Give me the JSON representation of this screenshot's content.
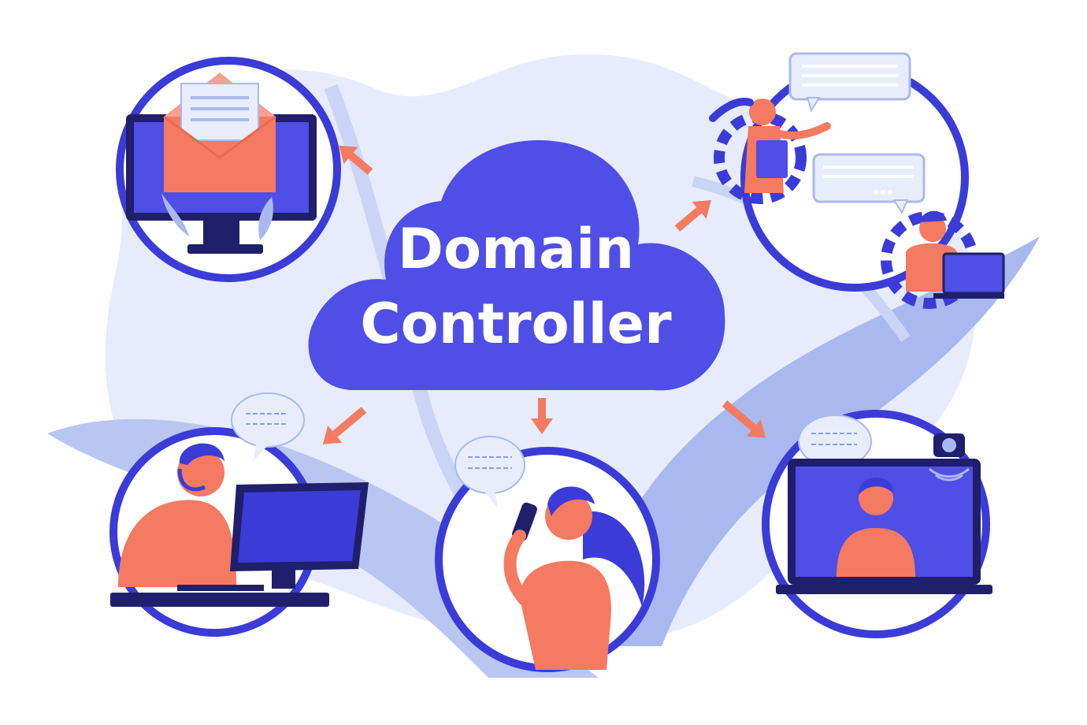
{
  "cloud": {
    "line1": "Domain",
    "line2": "Controller"
  },
  "nodes": [
    {
      "name": "email-computer",
      "icon": "envelope-monitor-icon"
    },
    {
      "name": "team-chat",
      "icon": "chat-gear-people-icon"
    },
    {
      "name": "support-agent",
      "icon": "headset-computer-icon"
    },
    {
      "name": "phone-call",
      "icon": "woman-phone-icon"
    },
    {
      "name": "video-call",
      "icon": "laptop-webcam-icon"
    }
  ],
  "colors": {
    "primary": "#4f4ee6",
    "ring": "#3b3bd8",
    "dark": "#1f1f6b",
    "accent": "#f47a61",
    "bg_blob": "#e6ecfb",
    "leaf": "#a9b9ef",
    "bubble": "#e8edfc"
  }
}
